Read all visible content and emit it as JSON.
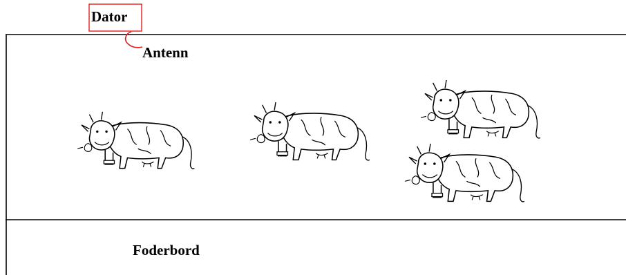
{
  "labels": {
    "computer": "Dator",
    "antenna": "Antenn",
    "feed_trough": "Foderbord"
  },
  "colors": {
    "computer_box": "#e02020",
    "antenna": "#e02020",
    "lines": "#000000"
  },
  "icons": [
    "cow-icon",
    "cow-icon",
    "cow-icon",
    "cow-icon",
    "antenna-icon",
    "computer-box-icon"
  ]
}
